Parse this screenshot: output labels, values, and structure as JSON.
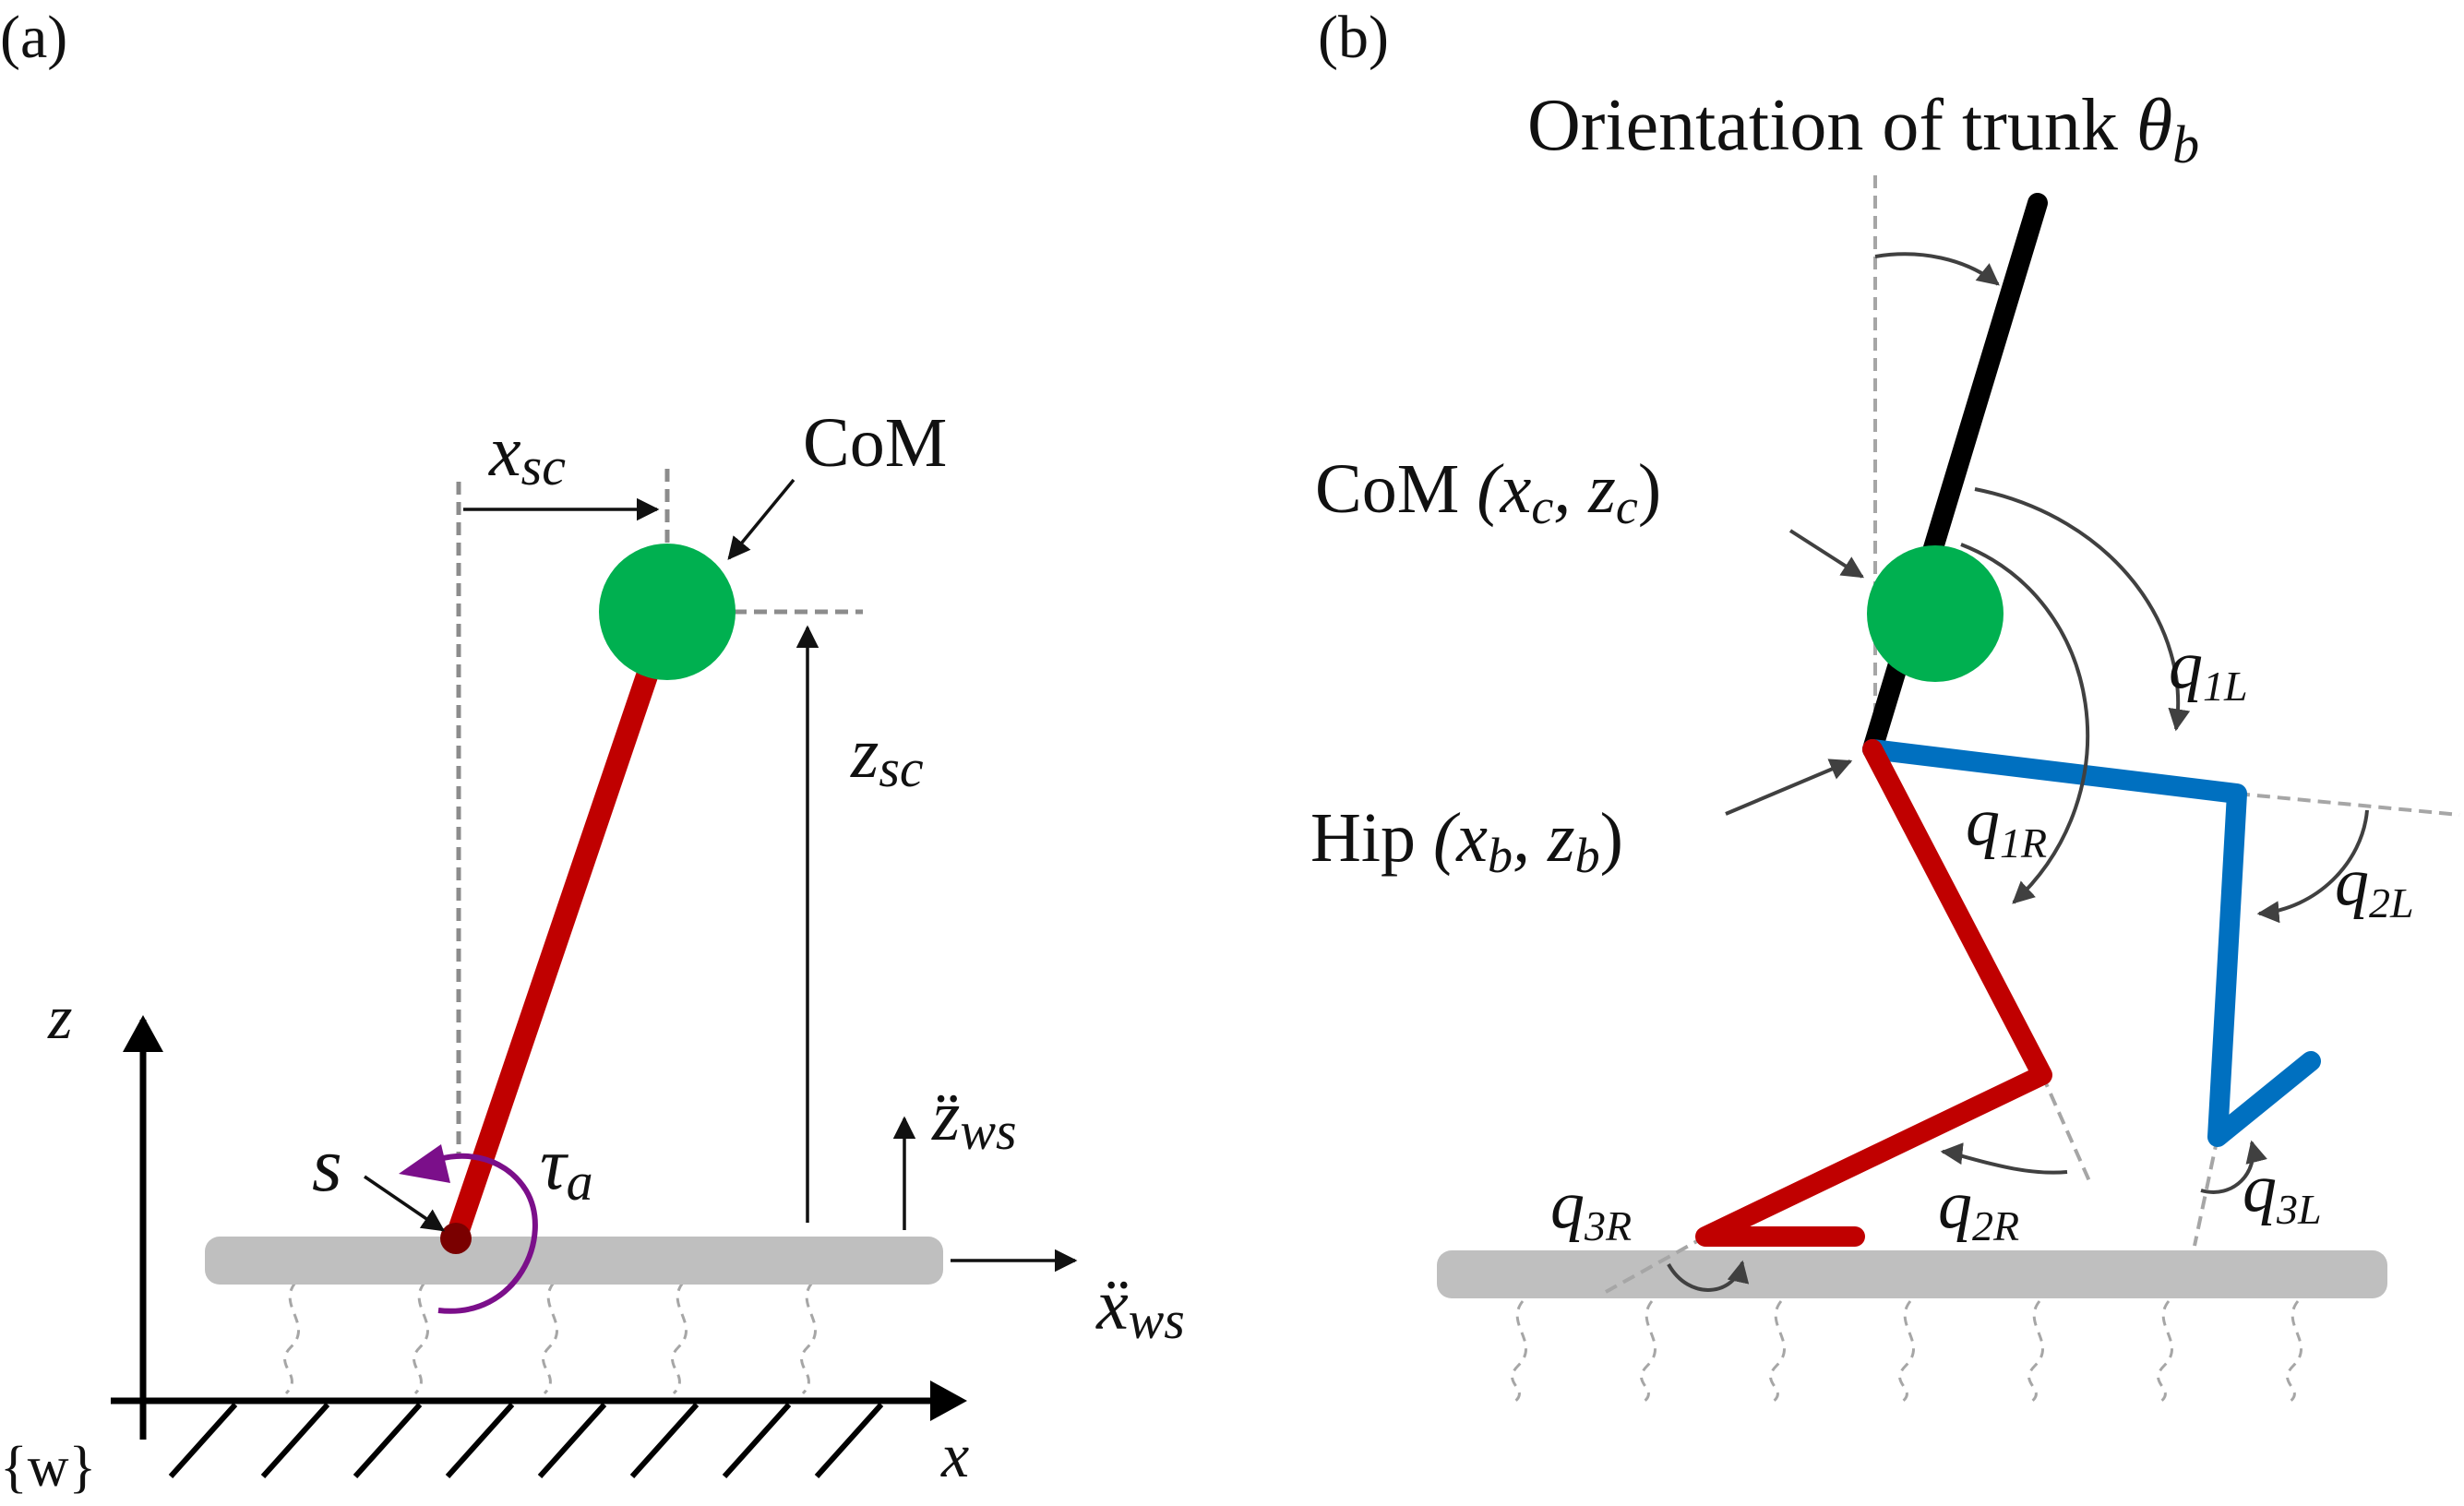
{
  "panel_a": {
    "tag": "(a)",
    "com_label": "CoM",
    "x_sc": "x",
    "x_sc_sub": "sc",
    "z_sc": "z",
    "z_sc_sub": "sc",
    "z_axis": "z",
    "x_axis": "x",
    "frame": "{w}",
    "s": "s",
    "tau": "τ",
    "tau_sub": "a",
    "zdd": "z̈",
    "zdd_sub": "ws",
    "xdd": "ẍ",
    "xdd_sub": "ws"
  },
  "panel_b": {
    "tag": "(b)",
    "orientation_label": "Orientation of trunk ",
    "theta": "θ",
    "theta_sub": "b",
    "com_text": "CoM ",
    "com_coords": "(x",
    "com_c1": "c",
    "com_sep": ", z",
    "com_c2": "c",
    "com_close": ")",
    "hip_text": "Hip ",
    "hip_coords": "(x",
    "hip_b1": "b",
    "hip_sep": ", z",
    "hip_b2": "b",
    "hip_close": ")",
    "q1L": "q",
    "q1L_sub": "1L",
    "q1R": "q",
    "q1R_sub": "1R",
    "q2L": "q",
    "q2L_sub": "2L",
    "q2R": "q",
    "q2R_sub": "2R",
    "q3L": "q",
    "q3L_sub": "3L",
    "q3R": "q",
    "q3R_sub": "3R"
  },
  "colors": {
    "com": "#00b050",
    "stance_leg": "#c00000",
    "swing_leg": "#0070c0",
    "trunk": "#000000",
    "ground": "#bfbfbf",
    "torque": "#7b0f8a"
  }
}
